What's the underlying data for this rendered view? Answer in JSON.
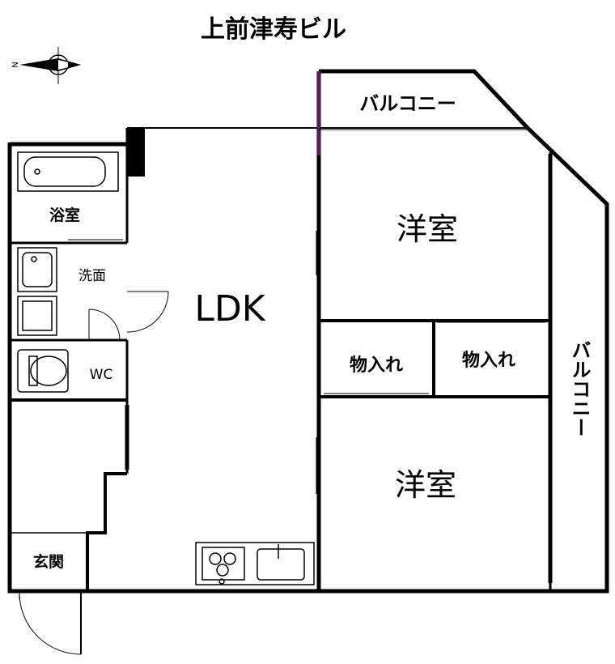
{
  "title": "上前津寿ビル",
  "compass": {
    "letter": "N"
  },
  "rooms": {
    "ldk": "LDK",
    "western1": "洋室",
    "western2": "洋室",
    "closet1": "物入れ",
    "closet2": "物入れ",
    "balcony_top": "バルコニー",
    "balcony_right": "バルコニー",
    "bath": "浴室",
    "washroom": "洗面",
    "wc": "WC",
    "entrance": "玄関"
  },
  "colors": {
    "wall": "#000000",
    "accent": "#5a1a5a"
  }
}
